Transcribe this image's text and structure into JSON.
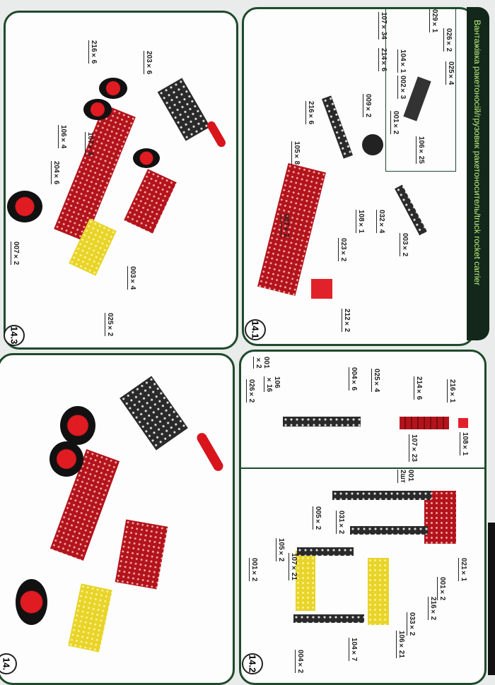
{
  "header": {
    "title": "Вантажівка ракетоносій/грузовик ракетоноситель/truck rocket carrier"
  },
  "steps": {
    "s141": {
      "number": "14.1",
      "labels": [
        "029×1",
        "026×2",
        "025×4",
        "107×34",
        "214×6",
        "104×1",
        "002×3",
        "001×2",
        "106×25",
        "009×2",
        "216×6",
        "105×8",
        "108×1",
        "032×4",
        "003×2",
        "007×2",
        "023×2",
        "212×2"
      ]
    },
    "s142": {
      "number": "14.2",
      "labels": [
        "216×1",
        "214×6",
        "025×4",
        "004×6",
        "108×1",
        "107×23",
        "001\n×2",
        "106\n×16",
        "026×2",
        "001\n2шт",
        "005×2",
        "031×2",
        "105×2",
        "107×21",
        "001×2",
        "021×1",
        "001×2",
        "216×2",
        "033×2",
        "106×21",
        "104×7",
        "004×2"
      ]
    },
    "s143": {
      "number": "14.3",
      "labels": [
        "216×6",
        "203×6",
        "106×4",
        "107×4",
        "204×6",
        "007×2",
        "003×4",
        "025×2"
      ]
    },
    "s144": {
      "number": "14."
    }
  },
  "colors": {
    "frame": "#1e4a2c",
    "header_bg": "#13281b",
    "header_text": "#b9f07a",
    "part_red": "#b3141c",
    "part_yellow": "#e8d42a"
  }
}
